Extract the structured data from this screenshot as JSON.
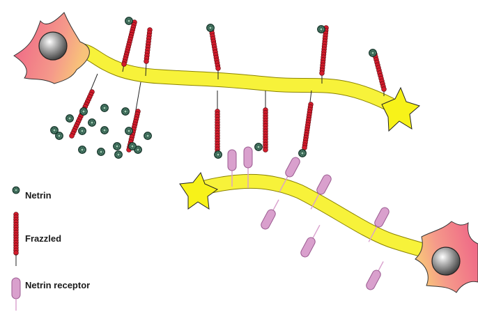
{
  "legend": {
    "netrin": "Netrin",
    "frazzled": "Frazzled",
    "netrin_receptor": "Netrin receptor"
  },
  "colors": {
    "soma_pink": "#ee5f86",
    "soma_orange": "#f8c27a",
    "axon_yellow": "#f7f23a",
    "growth_cone": "#f7f219",
    "frazzled_red": "#d41c2c",
    "netrin_green": "#2d5a4a",
    "receptor_fill": "#d9a0cd",
    "receptor_stroke": "#9a5a90",
    "nucleus_grey": "#7a7a7a"
  }
}
